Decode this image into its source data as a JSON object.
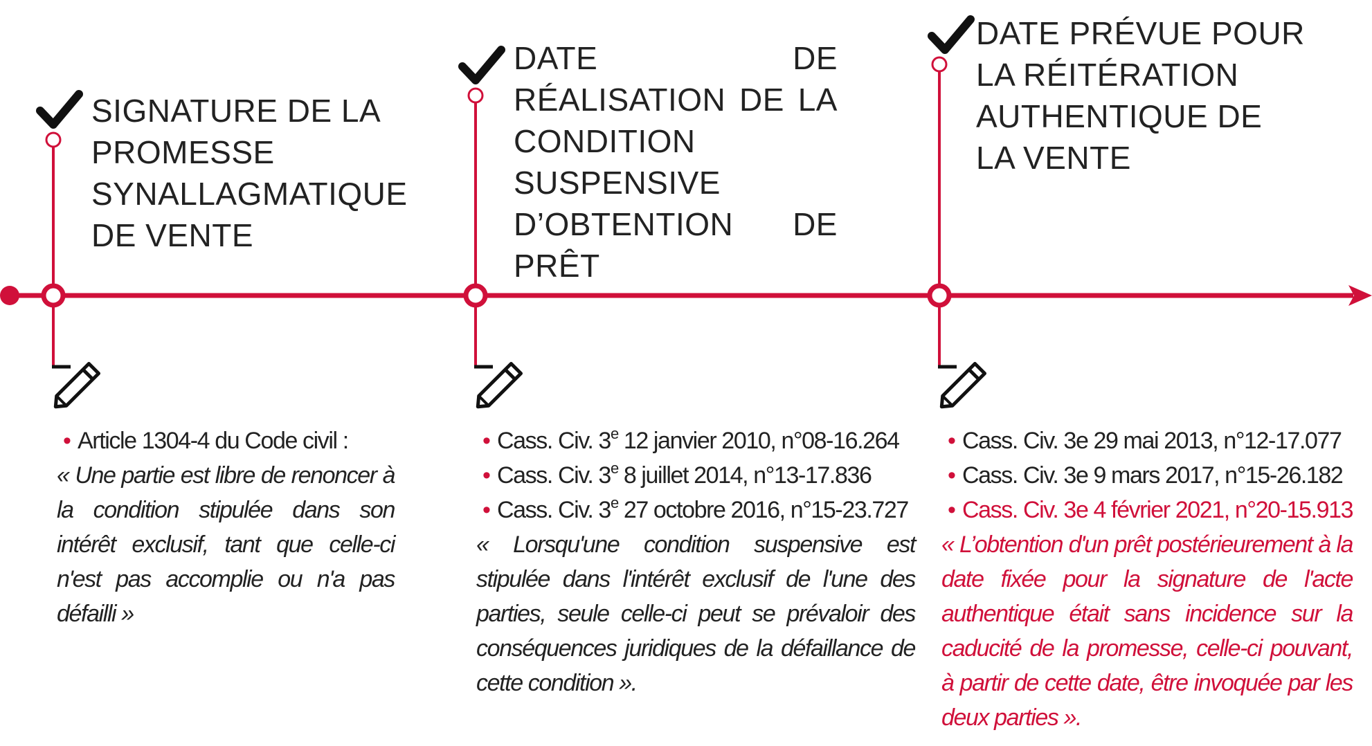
{
  "colors": {
    "accent": "#d0103a",
    "text": "#222222"
  },
  "milestones": [
    {
      "title": "SIGNATURE DE LA PROMESSE SYNALLAGMATIQUE DE VENTE",
      "check_icon": "check-icon",
      "note_icon": "pencil-icon",
      "refs": [
        {
          "label": "Article 1304-4 du Code civil :"
        }
      ],
      "quote": "« Une partie est libre de renoncer à la condition stipulée dans son intérêt exclusif, tant que celle-ci n'est pas accomplie ou n'a pas défailli »"
    },
    {
      "title": "DATE DE RÉALISATION DE LA CONDITION SUSPENSIVE D’OBTENTION DE PRÊT",
      "check_icon": "check-icon",
      "note_icon": "pencil-icon",
      "refs": [
        {
          "court": "Cass. Civ. 3",
          "sup": "e",
          "detail": " 12 janvier 2010, n°08-16.264"
        },
        {
          "court": "Cass. Civ. 3",
          "sup": "e",
          "detail": " 8 juillet 2014, n°13-17.836"
        },
        {
          "court": "Cass. Civ. 3",
          "sup": "e",
          "detail": " 27 octobre 2016, n°15-23.727"
        }
      ],
      "quote": "« Lorsqu'une condition suspensive est stipulée dans l'intérêt exclusif de l'une des parties, seule celle-ci peut se prévaloir des conséquences juridiques de la défaillance de cette condition »."
    },
    {
      "title": "DATE PRÉVUE POUR LA RÉITÉRATION AUTHENTIQUE DE LA VENTE",
      "check_icon": "check-icon",
      "note_icon": "pencil-icon",
      "refs": [
        {
          "label": "Cass. Civ. 3e 29 mai 2013, n°12-17.077"
        },
        {
          "label": "Cass. Civ. 3e 9 mars 2017, n°15-26.182"
        },
        {
          "label": "Cass. Civ. 3e 4 février 2021, n°20-15.913",
          "highlight": true
        }
      ],
      "quote": "« L’obtention d'un prêt postérieurement à la date fixée pour la signature de l'acte authentique était sans incidence sur la caducité de la promesse, celle-ci pouvant, à partir de cette date, être invoquée par les deux parties »."
    }
  ]
}
